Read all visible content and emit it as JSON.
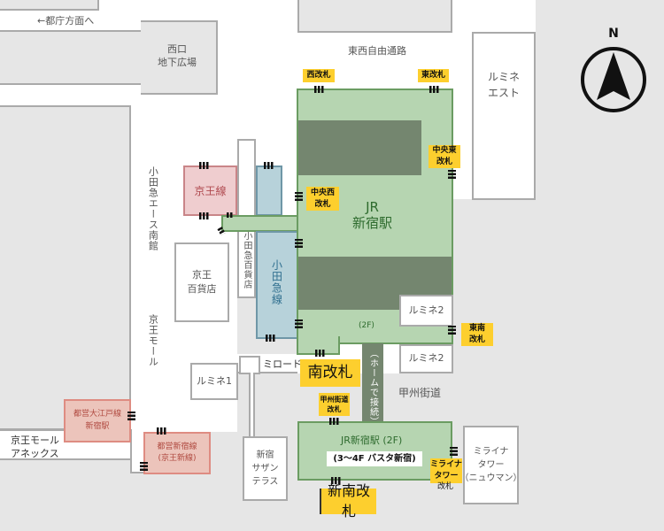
{
  "directions": {
    "tocho": "←都庁方面へ",
    "free_passage": "東西自由通路",
    "koshu_kaido": "甲州街道",
    "mylord": "ミロード",
    "keio_mall_annex": "京王モール\nアネックス"
  },
  "buildings": {
    "west_plaza": "西口\n地下広場",
    "lumine_est": "ルミネ\nエスト",
    "odakyu_ace": "小田急エース南館",
    "keio_mall": "京王モール",
    "keio_dept": "京王\n百貨店",
    "odakyu_dept": "小田急百貨店",
    "lumine1": "ルミネ1",
    "lumine2a": "ルミネ2",
    "lumine2b": "ルミネ2",
    "southern_terrace": "新宿\nサザン\nテラス",
    "mirainatower": "ミライナ\nタワー\n（ニュウマン）"
  },
  "lines": {
    "keio": "京王線",
    "odakyu": "小田急線",
    "jr_top": "JR",
    "jr_name": "新宿駅",
    "jr_2f": "(2F)",
    "platform_link": "（ホームで接続）",
    "jr_south": "JR新宿駅 (2F)",
    "busta": "(3〜4F バスタ新宿)",
    "oedo": "都営大江戸線\n新宿駅",
    "toei_shinjuku": "都営新宿線\n(京王新線)"
  },
  "gates": {
    "west": "西改札",
    "east": "東改札",
    "central_east": "中央東\n改札",
    "central_west": "中央西\n改札",
    "southeast": "東南\n改札",
    "south": "南改札",
    "koshu": "甲州街道\n改札",
    "miraina": "ミライナ\nタワー",
    "miraina_sub": "改札",
    "new_south": "新南改札"
  },
  "compass": {
    "label": "N"
  },
  "colors": {
    "jr": "#b6d5b1",
    "platform": "#74866f",
    "keio": "#efcdcf",
    "odakyu": "#b7d2da",
    "toei": "#ecc4bb",
    "gate_label": "#fdcf2e"
  }
}
